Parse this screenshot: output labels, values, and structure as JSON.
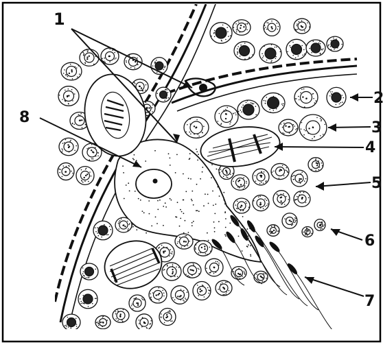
{
  "figure": {
    "labels": [
      {
        "id": "1",
        "text": "1"
      },
      {
        "id": "2",
        "text": "2"
      },
      {
        "id": "3",
        "text": "3"
      },
      {
        "id": "4",
        "text": "4"
      },
      {
        "id": "5",
        "text": "5"
      },
      {
        "id": "6",
        "text": "6"
      },
      {
        "id": "7",
        "text": "7"
      },
      {
        "id": "8",
        "text": "8"
      }
    ]
  },
  "colors": {
    "ink": "#111111",
    "paper": "#ffffff",
    "frame": "#000000"
  }
}
